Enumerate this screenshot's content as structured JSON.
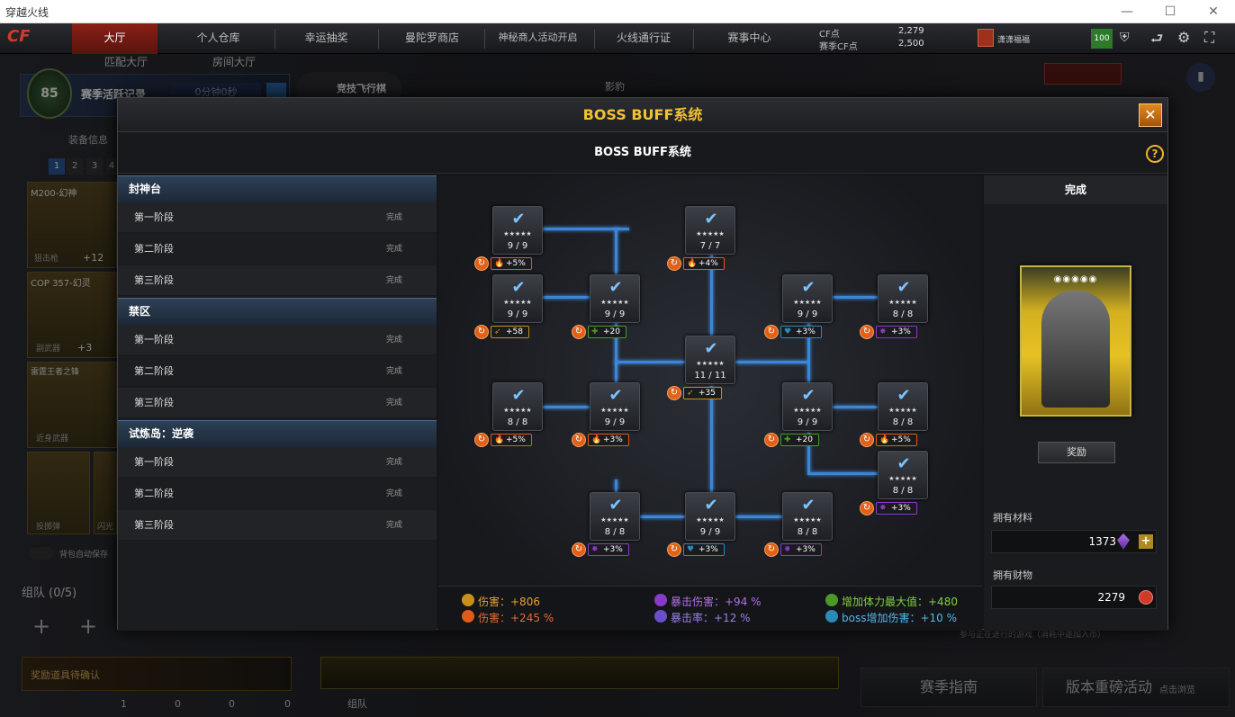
{
  "window": {
    "title": "穿越火线",
    "minimize": "—",
    "maximize": "☐",
    "close": "✕"
  },
  "nav": {
    "tabs": [
      "大厅",
      "个人仓库",
      "幸运抽奖",
      "曼陀罗商店",
      "神秘商人活动开启",
      "火线通行证",
      "赛事中心"
    ],
    "cf_points_label": "CF点",
    "cf_points_value": "2,279",
    "season_cf_label": "赛季CF点",
    "season_cf_value": "2,500",
    "user_name": "潇潇福福",
    "level_badge": "100"
  },
  "lobby": {
    "tab_match": "匹配大厅",
    "tab_room": "房间大厅",
    "level": "85",
    "season_record": "赛季活跃记录",
    "score": "0分钟0秒",
    "flying_chess": "竞技飞行棋",
    "banner_name": "影豹",
    "equip_info": "装备信息",
    "pages": [
      "1",
      "2",
      "3",
      "4"
    ],
    "weapons": [
      {
        "name": "M200-幻神",
        "tag": "狙击枪",
        "bonus": "+12"
      },
      {
        "name": "COP 357-幻灵",
        "tag": "副武器",
        "bonus": "+3"
      },
      {
        "name": "雷霆王者之锋",
        "tag": "近身武器"
      }
    ],
    "grenade_tag": "投掷弹",
    "flash_tag": "闪光",
    "auto_save": "背包自动保存",
    "team": "组队 (0/5)",
    "reward_confirm": "奖励道具待确认",
    "bottom_counts": [
      "1",
      "0",
      "0",
      "0"
    ],
    "group_label": "组队",
    "season_guide": "赛季指南",
    "version_event": "版本重磅活动",
    "click_browse": "点击浏览",
    "join_hint": "参与正在进行的游戏（消耗中途加入币）"
  },
  "modal": {
    "title": "BOSS BUFF系统",
    "subtitle": "BOSS BUFF系统",
    "help": "?",
    "close": "✕",
    "sections": [
      {
        "name": "封神台",
        "stages": [
          {
            "label": "第一阶段",
            "status": "完成"
          },
          {
            "label": "第二阶段",
            "status": "完成"
          },
          {
            "label": "第三阶段",
            "status": "完成"
          }
        ]
      },
      {
        "name": "禁区",
        "stages": [
          {
            "label": "第一阶段",
            "status": "完成"
          },
          {
            "label": "第二阶段",
            "status": "完成"
          },
          {
            "label": "第三阶段",
            "status": "完成"
          }
        ]
      },
      {
        "name": "试炼岛：逆袭",
        "stages": [
          {
            "label": "第一阶段",
            "status": "完成"
          },
          {
            "label": "第二阶段",
            "status": "完成"
          },
          {
            "label": "第三阶段",
            "status": "完成"
          }
        ]
      }
    ],
    "nodes": [
      {
        "count": "9 / 9",
        "bonus": "+5%",
        "color": "#e05a1a",
        "icon": "🔥"
      },
      {
        "count": "7 / 7",
        "bonus": "+4%",
        "color": "#e05a1a",
        "icon": "🔥"
      },
      {
        "count": "9 / 9",
        "bonus": "+58",
        "color": "#c8901a",
        "icon": "➶"
      },
      {
        "count": "9 / 9",
        "bonus": "+20",
        "color": "#4a9a2a",
        "icon": "✚"
      },
      {
        "count": "9 / 9",
        "bonus": "+3%",
        "color": "#2a8ab8",
        "icon": "♥"
      },
      {
        "count": "8 / 8",
        "bonus": "+3%",
        "color": "#8a3ac8",
        "icon": "✸"
      },
      {
        "count": "11 / 11",
        "bonus": "+35",
        "color": "#c8901a",
        "icon": "➶"
      },
      {
        "count": "8 / 8",
        "bonus": "+5%",
        "color": "#e05a1a",
        "icon": "🔥"
      },
      {
        "count": "9 / 9",
        "bonus": "+3%",
        "color": "#e05a1a",
        "icon": "🔥"
      },
      {
        "count": "9 / 9",
        "bonus": "+20",
        "color": "#4a9a2a",
        "icon": "✚"
      },
      {
        "count": "8 / 8",
        "bonus": "+5%",
        "color": "#e05a1a",
        "icon": "🔥"
      },
      {
        "count": "8 / 8",
        "bonus": "+3%",
        "color": "#8a3ac8",
        "icon": "✸"
      },
      {
        "count": "8 / 8",
        "bonus": "+3%",
        "color": "#8a3ac8",
        "icon": "✸"
      },
      {
        "count": "9 / 9",
        "bonus": "+3%",
        "color": "#2a8ab8",
        "icon": "♥"
      },
      {
        "count": "8 / 8",
        "bonus": "+3%",
        "color": "#8a3ac8",
        "icon": "✸"
      }
    ],
    "summary": [
      {
        "label": "伤害：+806",
        "color": "#e8a030"
      },
      {
        "label": "伤害：+245 %",
        "color": "#e86a30"
      },
      {
        "label": "暴击伤害：+94 %",
        "color": "#b070e8"
      },
      {
        "label": "暴击率：+12 %",
        "color": "#9a80e8"
      },
      {
        "label": "增加体力最大值：+480",
        "color": "#80d040"
      },
      {
        "label": "boss增加伤害：+10 %",
        "color": "#50b8e8"
      }
    ],
    "right": {
      "header": "完成",
      "reward": "奖励",
      "materials_label": "拥有材料",
      "materials_value": "1373",
      "wealth_label": "拥有财物",
      "wealth_value": "2279"
    }
  }
}
